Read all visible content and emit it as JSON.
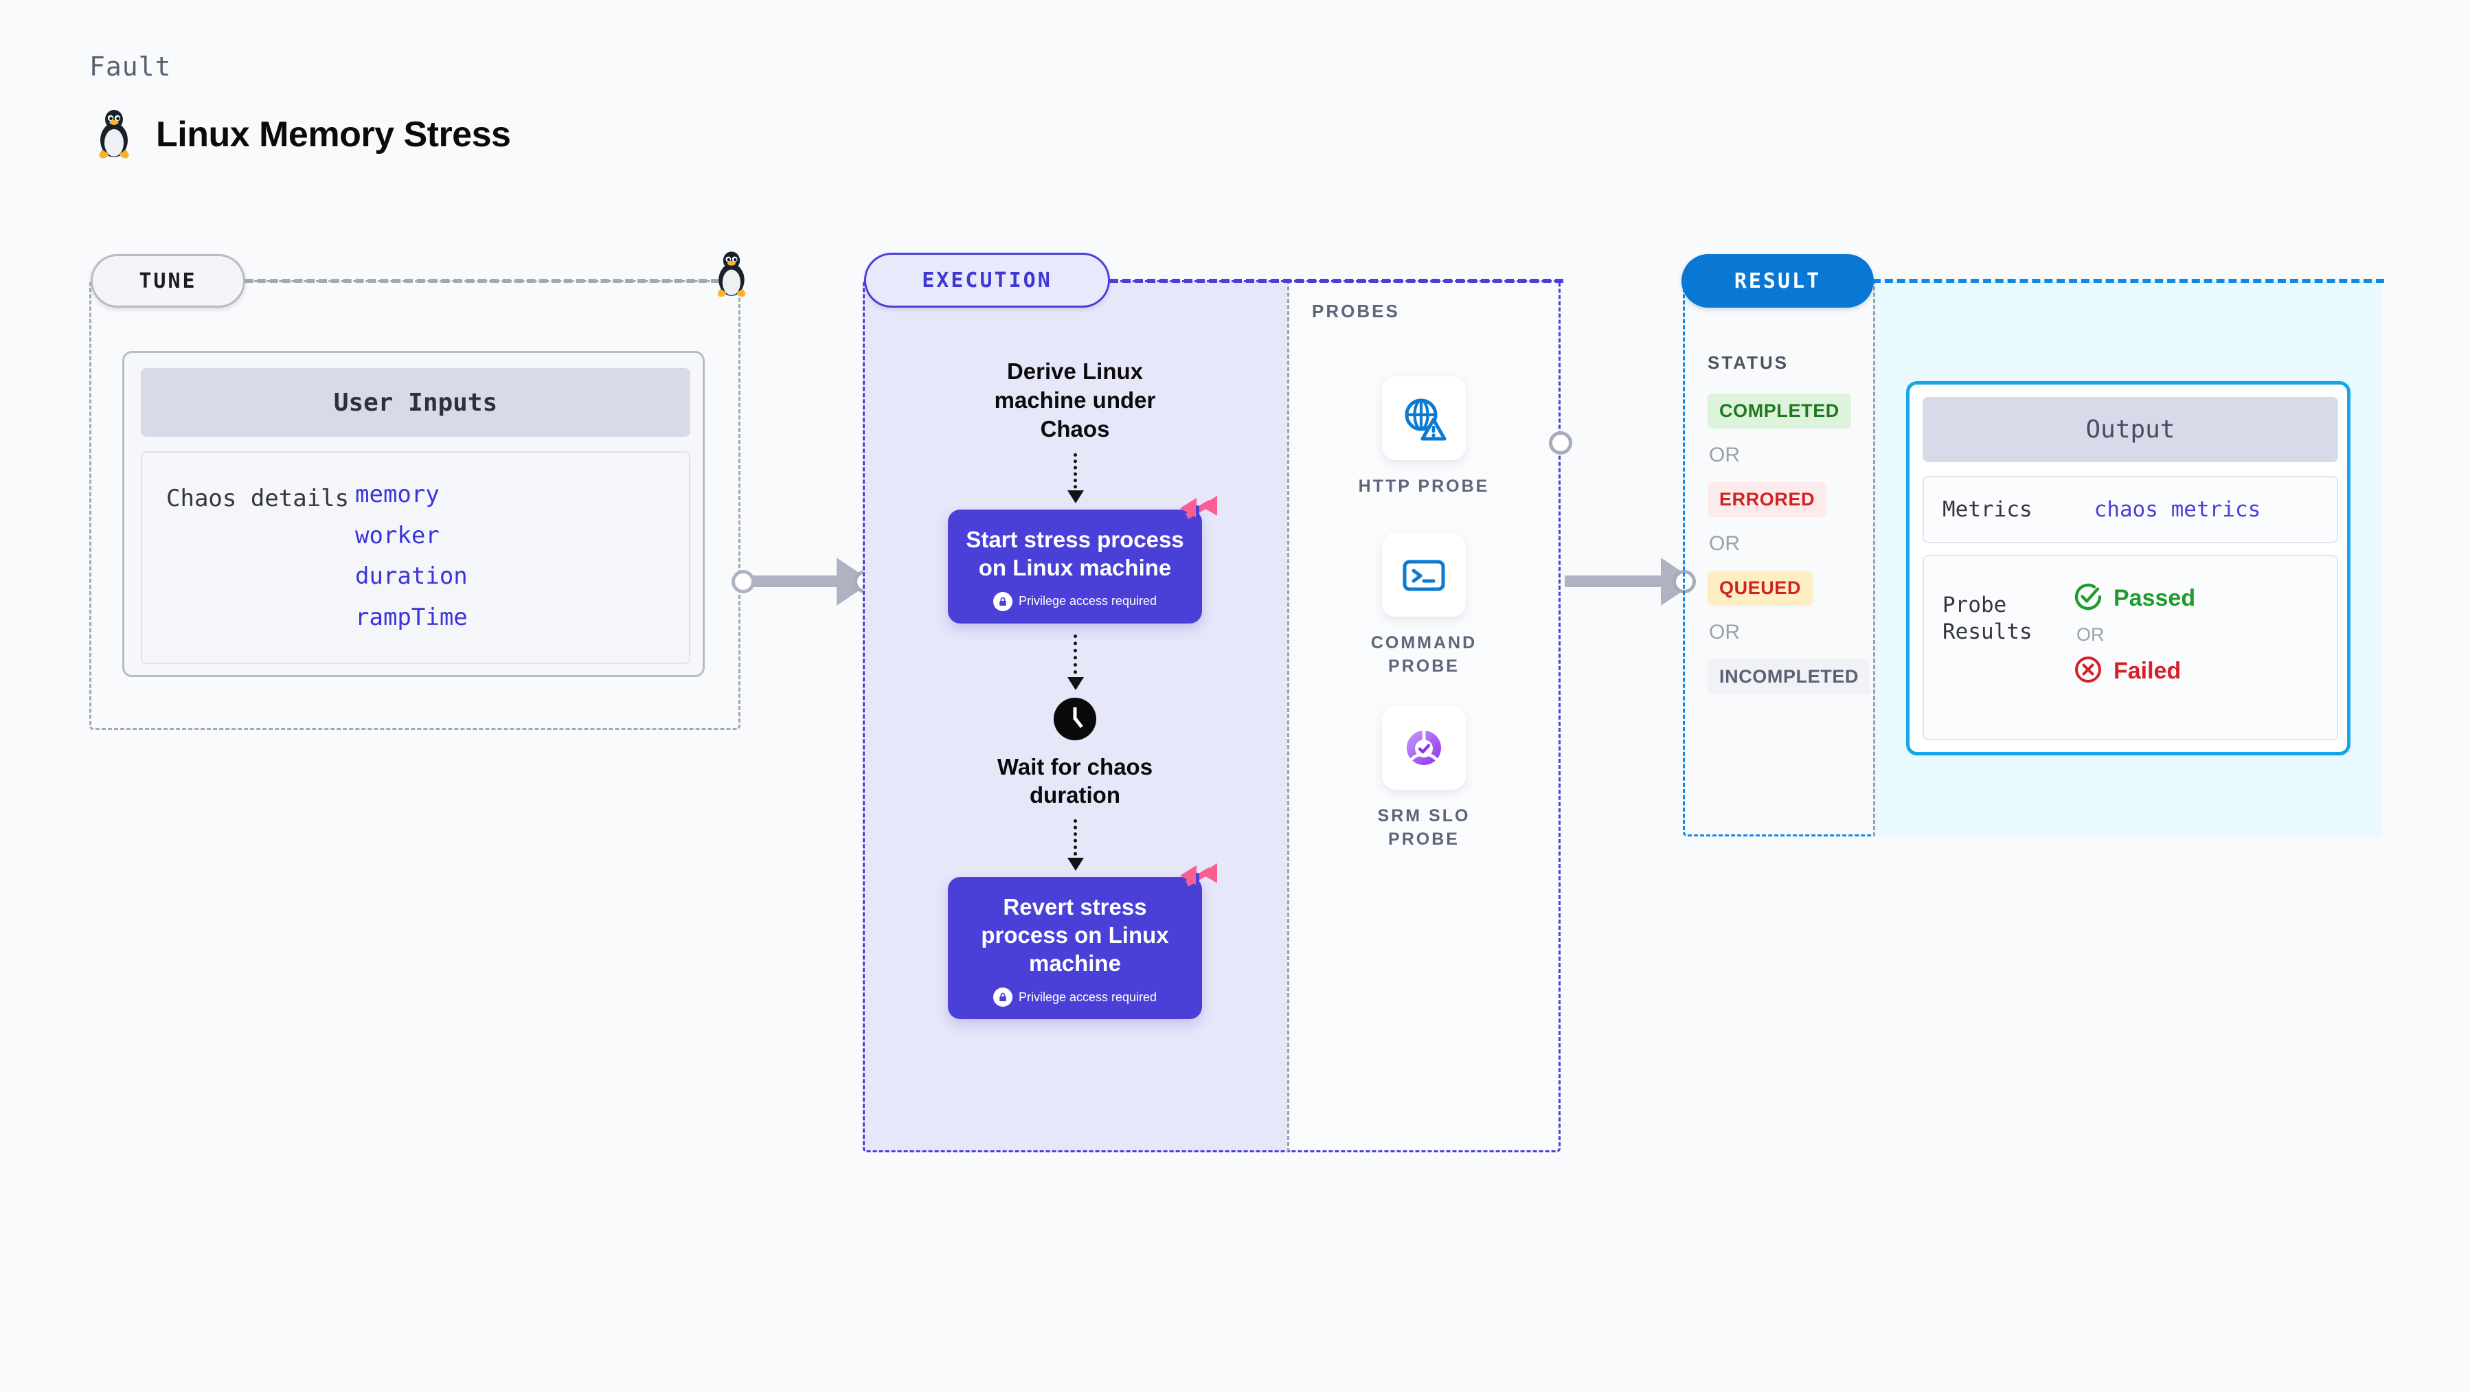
{
  "header": {
    "eyebrow": "Fault",
    "title": "Linux Memory Stress",
    "logo_icon": "linux-tux-icon"
  },
  "tune": {
    "pill_label": "TUNE",
    "card_title": "User Inputs",
    "details_label": "Chaos details",
    "inputs": [
      "memory",
      "worker",
      "duration",
      "rampTime"
    ],
    "edge_icon": "linux-tux-icon"
  },
  "execution": {
    "pill_label": "EXECUTION",
    "steps": [
      {
        "type": "text",
        "label": "Derive Linux machine under Chaos"
      },
      {
        "type": "action",
        "label": "Start stress process on Linux machine",
        "note": "Privilege access required",
        "note_icon": "lock-icon",
        "badge_icon": "harness-mark-icon"
      },
      {
        "type": "wait",
        "label": "Wait for chaos duration",
        "icon": "clock-icon"
      },
      {
        "type": "action",
        "label": "Revert stress process on Linux machine",
        "note": "Privilege access required",
        "note_icon": "lock-icon",
        "badge_icon": "harness-mark-icon"
      }
    ]
  },
  "probes": {
    "section_label": "PROBES",
    "items": [
      {
        "name": "HTTP PROBE",
        "icon": "globe-alert-icon"
      },
      {
        "name": "COMMAND PROBE",
        "icon": "terminal-icon"
      },
      {
        "name": "SRM SLO PROBE",
        "icon": "slo-donut-check-icon"
      }
    ]
  },
  "result": {
    "pill_label": "RESULT",
    "status_label": "STATUS",
    "or_label": "OR",
    "statuses": [
      {
        "label": "COMPLETED",
        "bg": "#ddf3dc",
        "fg": "#1f7a1f"
      },
      {
        "label": "ERRORED",
        "bg": "#fdeaea",
        "fg": "#cf2222"
      },
      {
        "label": "QUEUED",
        "bg": "#fdeec4",
        "fg": "#cf2222"
      },
      {
        "label": "INCOMPLETED",
        "bg": "#f1f2f6",
        "fg": "#5b6072"
      }
    ],
    "output": {
      "title": "Output",
      "metrics_key": "Metrics",
      "metrics_value": "chaos metrics",
      "probe_key": "Probe Results",
      "passed_label": "Passed",
      "failed_label": "Failed",
      "or_label": "OR",
      "passed_icon": "check-circle-icon",
      "failed_icon": "x-circle-icon"
    }
  },
  "connectors": {
    "tune_to_execution": "arrow-right",
    "execution_to_result": "arrow-right",
    "node_icon": "node-circle"
  },
  "colors": {
    "background": "#f9fafc",
    "execution_fill": "#e7e7fa",
    "execution_border": "#4840d8",
    "result_border": "#1287e8",
    "result_fill": "#e9fafe",
    "action_box": "#4a3fd6",
    "accent_pink": "#fa5e93",
    "tune_border": "#a3a8b6"
  }
}
